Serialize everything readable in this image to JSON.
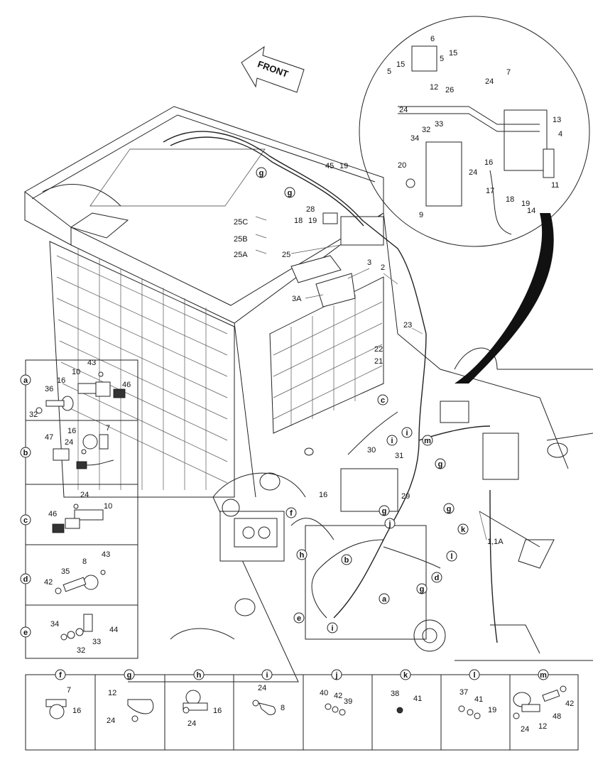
{
  "front_label": "FRONT",
  "main_callouts": [
    {
      "id": "c6",
      "text": "6"
    },
    {
      "id": "c5a",
      "text": "5"
    },
    {
      "id": "c15a",
      "text": "15"
    },
    {
      "id": "c5b",
      "text": "5"
    },
    {
      "id": "c15b",
      "text": "15"
    },
    {
      "id": "c12a",
      "text": "12"
    },
    {
      "id": "c26",
      "text": "26"
    },
    {
      "id": "c24a",
      "text": "24"
    },
    {
      "id": "c7a",
      "text": "7"
    },
    {
      "id": "c24b",
      "text": "24"
    },
    {
      "id": "c33",
      "text": "33"
    },
    {
      "id": "c32a",
      "text": "32"
    },
    {
      "id": "c34a",
      "text": "34"
    },
    {
      "id": "c13",
      "text": "13"
    },
    {
      "id": "c4",
      "text": "4"
    },
    {
      "id": "c20",
      "text": "20"
    },
    {
      "id": "c24c",
      "text": "24"
    },
    {
      "id": "c16a",
      "text": "16"
    },
    {
      "id": "c17",
      "text": "17"
    },
    {
      "id": "c11",
      "text": "11"
    },
    {
      "id": "c18a",
      "text": "18"
    },
    {
      "id": "c14",
      "text": "14"
    },
    {
      "id": "c19a",
      "text": "19"
    },
    {
      "id": "c9",
      "text": "9"
    },
    {
      "id": "c45",
      "text": "45"
    },
    {
      "id": "c19b",
      "text": "19"
    },
    {
      "id": "c28",
      "text": "28"
    },
    {
      "id": "c18b",
      "text": "18"
    },
    {
      "id": "c19c",
      "text": "19"
    },
    {
      "id": "c25C",
      "text": "25C"
    },
    {
      "id": "c25B",
      "text": "25B"
    },
    {
      "id": "c25A",
      "text": "25A"
    },
    {
      "id": "c25",
      "text": "25"
    },
    {
      "id": "c3",
      "text": "3"
    },
    {
      "id": "c2",
      "text": "2"
    },
    {
      "id": "c3A",
      "text": "3A"
    },
    {
      "id": "c23",
      "text": "23"
    },
    {
      "id": "c22",
      "text": "22"
    },
    {
      "id": "c21",
      "text": "21"
    },
    {
      "id": "c30",
      "text": "30"
    },
    {
      "id": "c31",
      "text": "31"
    },
    {
      "id": "c29",
      "text": "29"
    },
    {
      "id": "c16b",
      "text": "16"
    },
    {
      "id": "c1",
      "text": "1,1A"
    }
  ],
  "letter_refs": [
    {
      "id": "g1",
      "text": "g"
    },
    {
      "id": "g2",
      "text": "g"
    },
    {
      "id": "c_ref",
      "text": "c"
    },
    {
      "id": "i1",
      "text": "i"
    },
    {
      "id": "i2",
      "text": "i"
    },
    {
      "id": "m1",
      "text": "m"
    },
    {
      "id": "g3",
      "text": "g"
    },
    {
      "id": "f1",
      "text": "f"
    },
    {
      "id": "g4",
      "text": "g"
    },
    {
      "id": "j1",
      "text": "j"
    },
    {
      "id": "g5",
      "text": "g"
    },
    {
      "id": "k1",
      "text": "k"
    },
    {
      "id": "h1",
      "text": "h"
    },
    {
      "id": "b1",
      "text": "b"
    },
    {
      "id": "l1",
      "text": "l"
    },
    {
      "id": "d1",
      "text": "d"
    },
    {
      "id": "a1",
      "text": "a"
    },
    {
      "id": "g6",
      "text": "g"
    },
    {
      "id": "e1",
      "text": "e"
    },
    {
      "id": "i3",
      "text": "i"
    }
  ],
  "left_panels": [
    {
      "letter": "a",
      "labels": [
        "43",
        "10",
        "16",
        "36",
        "46",
        "32"
      ]
    },
    {
      "letter": "b",
      "labels": [
        "16",
        "7",
        "47",
        "24"
      ]
    },
    {
      "letter": "c",
      "labels": [
        "24",
        "46",
        "10"
      ]
    },
    {
      "letter": "d",
      "labels": [
        "8",
        "43",
        "35",
        "42"
      ]
    },
    {
      "letter": "e",
      "labels": [
        "34",
        "44",
        "33",
        "32"
      ]
    }
  ],
  "bottom_panels": [
    {
      "letter": "f",
      "labels": [
        "7",
        "16"
      ]
    },
    {
      "letter": "g",
      "labels": [
        "12",
        "24"
      ]
    },
    {
      "letter": "h",
      "labels": [
        "16",
        "24"
      ]
    },
    {
      "letter": "i",
      "labels": [
        "24",
        "8"
      ]
    },
    {
      "letter": "j",
      "labels": [
        "40",
        "42",
        "39"
      ]
    },
    {
      "letter": "k",
      "labels": [
        "38",
        "41"
      ]
    },
    {
      "letter": "l",
      "labels": [
        "37",
        "41",
        "19"
      ]
    },
    {
      "letter": "m",
      "labels": [
        "42",
        "24",
        "12",
        "48"
      ]
    }
  ]
}
